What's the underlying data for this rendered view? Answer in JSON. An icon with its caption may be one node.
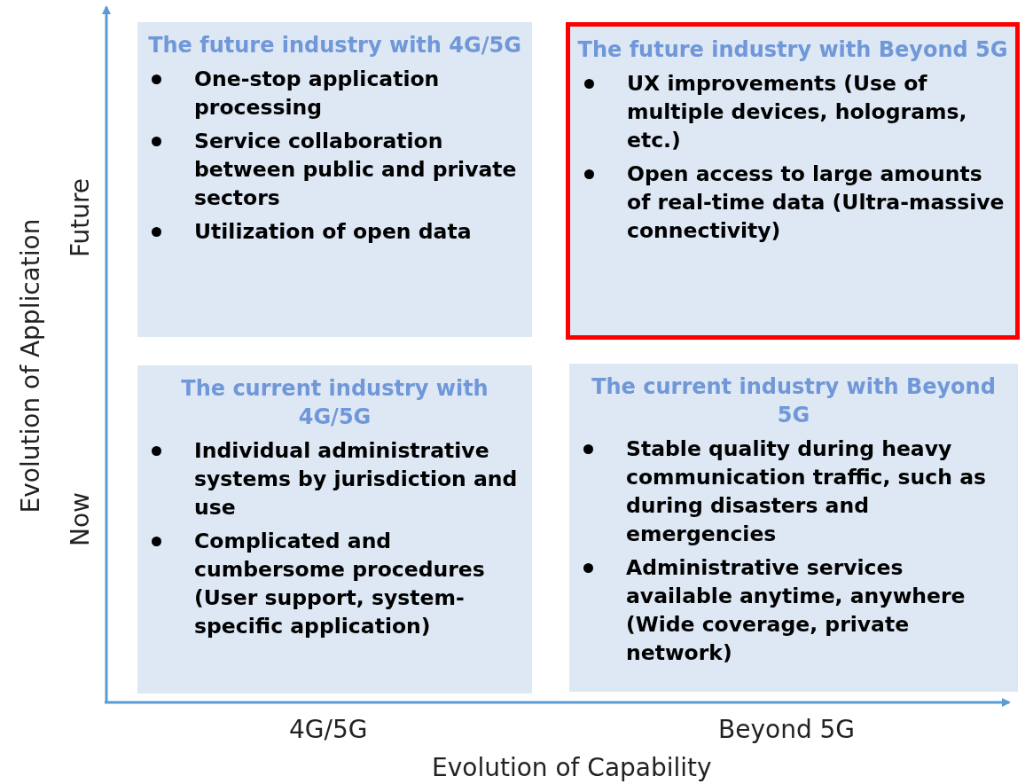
{
  "diagram": {
    "nodes": [
      {
        "text": [
          "The future industry with 4G/5G",
          "One-stop application processing",
          "Service collaboration between public and private sectors",
          "Utilization of open data"
        ]
      },
      {
        "text": [
          "The future industry with Beyond 5G",
          "UX improvements (Use of multiple devices, holograms, etc.)",
          "Open access to large amounts of real-time data (Ultra-massive connectivity)"
        ]
      },
      {
        "text": [
          "The current industry with 4G/5G",
          "Individual administrative systems by jurisdiction and use",
          "Complicated and cumbersome  procedures (User support, system-specific application)"
        ]
      },
      {
        "text": [
          "The current industry with Beyond 5G",
          "Stable quality during heavy communication traffic, such as during disasters and emergencies",
          "Administrative services available anytime, anywhere (Wide coverage, private network)"
        ]
      }
    ],
    "labels": [
      "Evolution of Application",
      "Future",
      "Now",
      "4G/5G",
      "Beyond 5G",
      "Evolution of Capability"
    ]
  }
}
